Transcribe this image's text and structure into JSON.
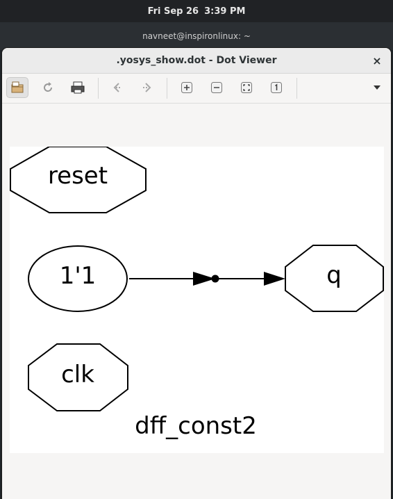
{
  "topbar": {
    "date": "Fri Sep 26",
    "time": "3:39 PM"
  },
  "background_terminal": {
    "title": "navneet@inspironlinux: ~"
  },
  "window": {
    "title": ".yosys_show.dot - Dot Viewer",
    "close_symbol": "×"
  },
  "toolbar": {
    "buttons": [
      {
        "name": "open-icon"
      },
      {
        "name": "reload-icon"
      },
      {
        "name": "print-icon"
      },
      {
        "name": "back-icon"
      },
      {
        "name": "forward-icon"
      },
      {
        "name": "zoom-in-icon"
      },
      {
        "name": "zoom-out-icon"
      },
      {
        "name": "zoom-fit-icon"
      },
      {
        "name": "zoom-100-icon"
      },
      {
        "name": "menu-dropdown-icon"
      }
    ]
  },
  "graph": {
    "nodes": {
      "reset": "reset",
      "const": "1'1",
      "q": "q",
      "clk": "clk"
    },
    "caption": "dff_const2"
  }
}
